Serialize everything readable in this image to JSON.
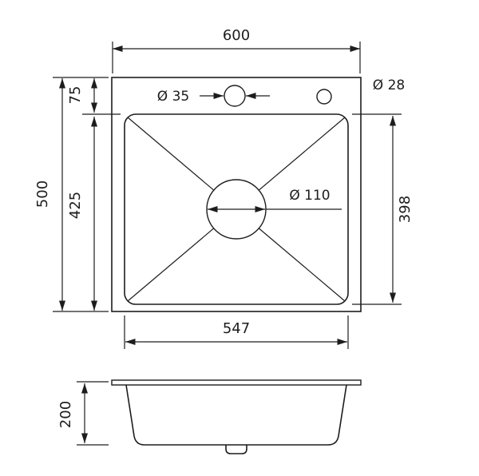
{
  "top_view": {
    "width_dim": "600",
    "height_dim": "500",
    "rim_offset_dim": "75",
    "bowl_height_dim": "425",
    "bowl_width_dim": "547",
    "bowl_inner_height_dim": "398",
    "faucet_hole_dim": "Ø 35",
    "accessory_hole_dim": "Ø 28",
    "drain_dim": "Ø 110"
  },
  "side_view": {
    "depth_dim": "200"
  }
}
